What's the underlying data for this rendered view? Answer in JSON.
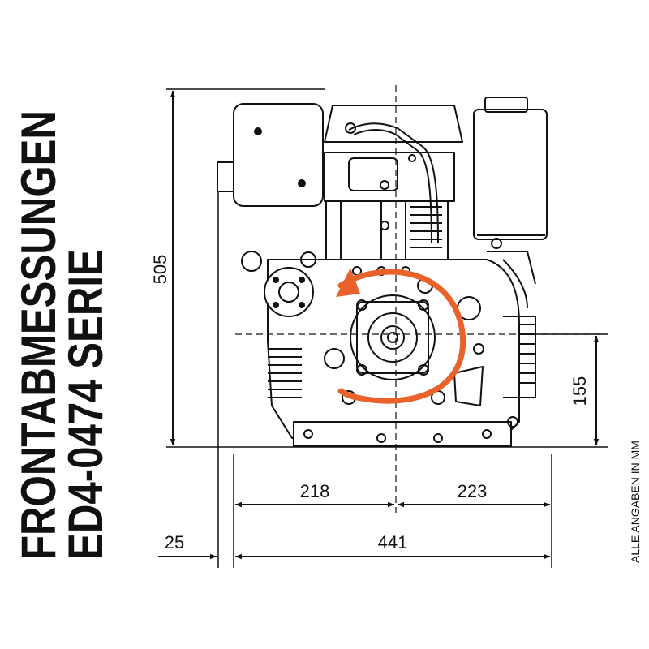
{
  "title": {
    "line1": "FRONTABMESSUNGEN",
    "line2": "ED4-0474 SERIE"
  },
  "note": "ALLE ANGABEN IN MM",
  "dimensions": {
    "height": "505",
    "shaft_height": "155",
    "left_to_center": "218",
    "center_to_right": "223",
    "total_width": "441",
    "offset_left": "25"
  },
  "colors": {
    "line": "#111111",
    "rotation_arrow": "#e8622a",
    "background": "#ffffff"
  },
  "icons": {
    "rotation": "counterclockwise-arrow-icon"
  }
}
